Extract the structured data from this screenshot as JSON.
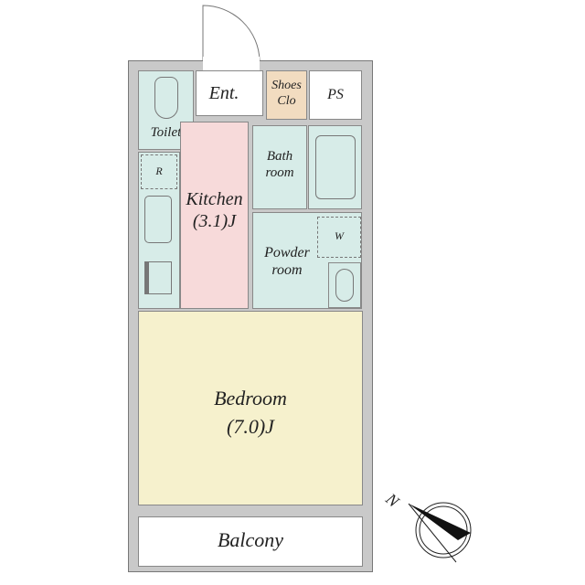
{
  "rooms": {
    "entrance": "Ent.",
    "shoes_closet": [
      "Shoes",
      "Clo"
    ],
    "ps": "PS",
    "toilet": "Toilet",
    "refrigerator": "R",
    "kitchen": [
      "Kitchen",
      "(3.1)J"
    ],
    "bathroom": [
      "Bath",
      "room"
    ],
    "washer": "W",
    "powder_room": [
      "Powder",
      "room"
    ],
    "bedroom": [
      "Bedroom",
      "(7.0)J"
    ],
    "balcony": "Balcony"
  },
  "compass": {
    "label": "N"
  },
  "colors": {
    "wet": "#d7ece8",
    "kitchen": "#f7dada",
    "closet": "#f2dcc0",
    "bedroom": "#f6f1cd",
    "wall": "#c9c9c9"
  }
}
